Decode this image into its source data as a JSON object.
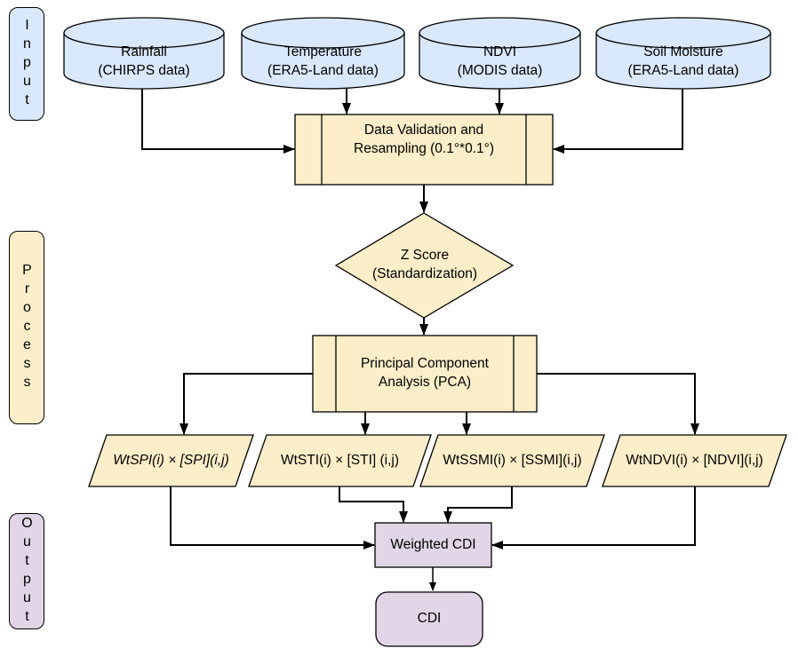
{
  "palette": {
    "input_fill": "#dae8fc",
    "process_fill": "#fceec8",
    "output_fill": "#e1d5e7",
    "line_color": "#000000"
  },
  "side_labels": {
    "input": "Input",
    "process": "Process",
    "output": "Output"
  },
  "data_sources": [
    {
      "label": "Rainfall\n(CHIRPS data)"
    },
    {
      "label": "Temperature\n(ERA5-Land data)"
    },
    {
      "label": "NDVI\n(MODIS data)"
    },
    {
      "label": "Soil Moisture\n(ERA5-Land data)"
    }
  ],
  "process_steps": {
    "validation": {
      "label": "Data Validation and\nResampling (0.1°*0.1°)"
    },
    "zscore": {
      "label": "Z Score\n(Standardization)"
    },
    "pca": {
      "label": "Principal Component\nAnalysis (PCA)"
    }
  },
  "weighted_terms": [
    {
      "label": "WtSPI(i) × [SPI](i,j)",
      "italic": true
    },
    {
      "label": "WtSTI(i) × [STI] (i,j)",
      "italic": false
    },
    {
      "label": "WtSSMI(i) × [SSMI](i,j)",
      "italic": false
    },
    {
      "label": "WtNDVI(i) × [NDVI](i,j)",
      "italic": false
    }
  ],
  "outputs": {
    "weighted_cdi": {
      "label": "Weighted CDI"
    },
    "cdi": {
      "label": "CDI"
    }
  }
}
